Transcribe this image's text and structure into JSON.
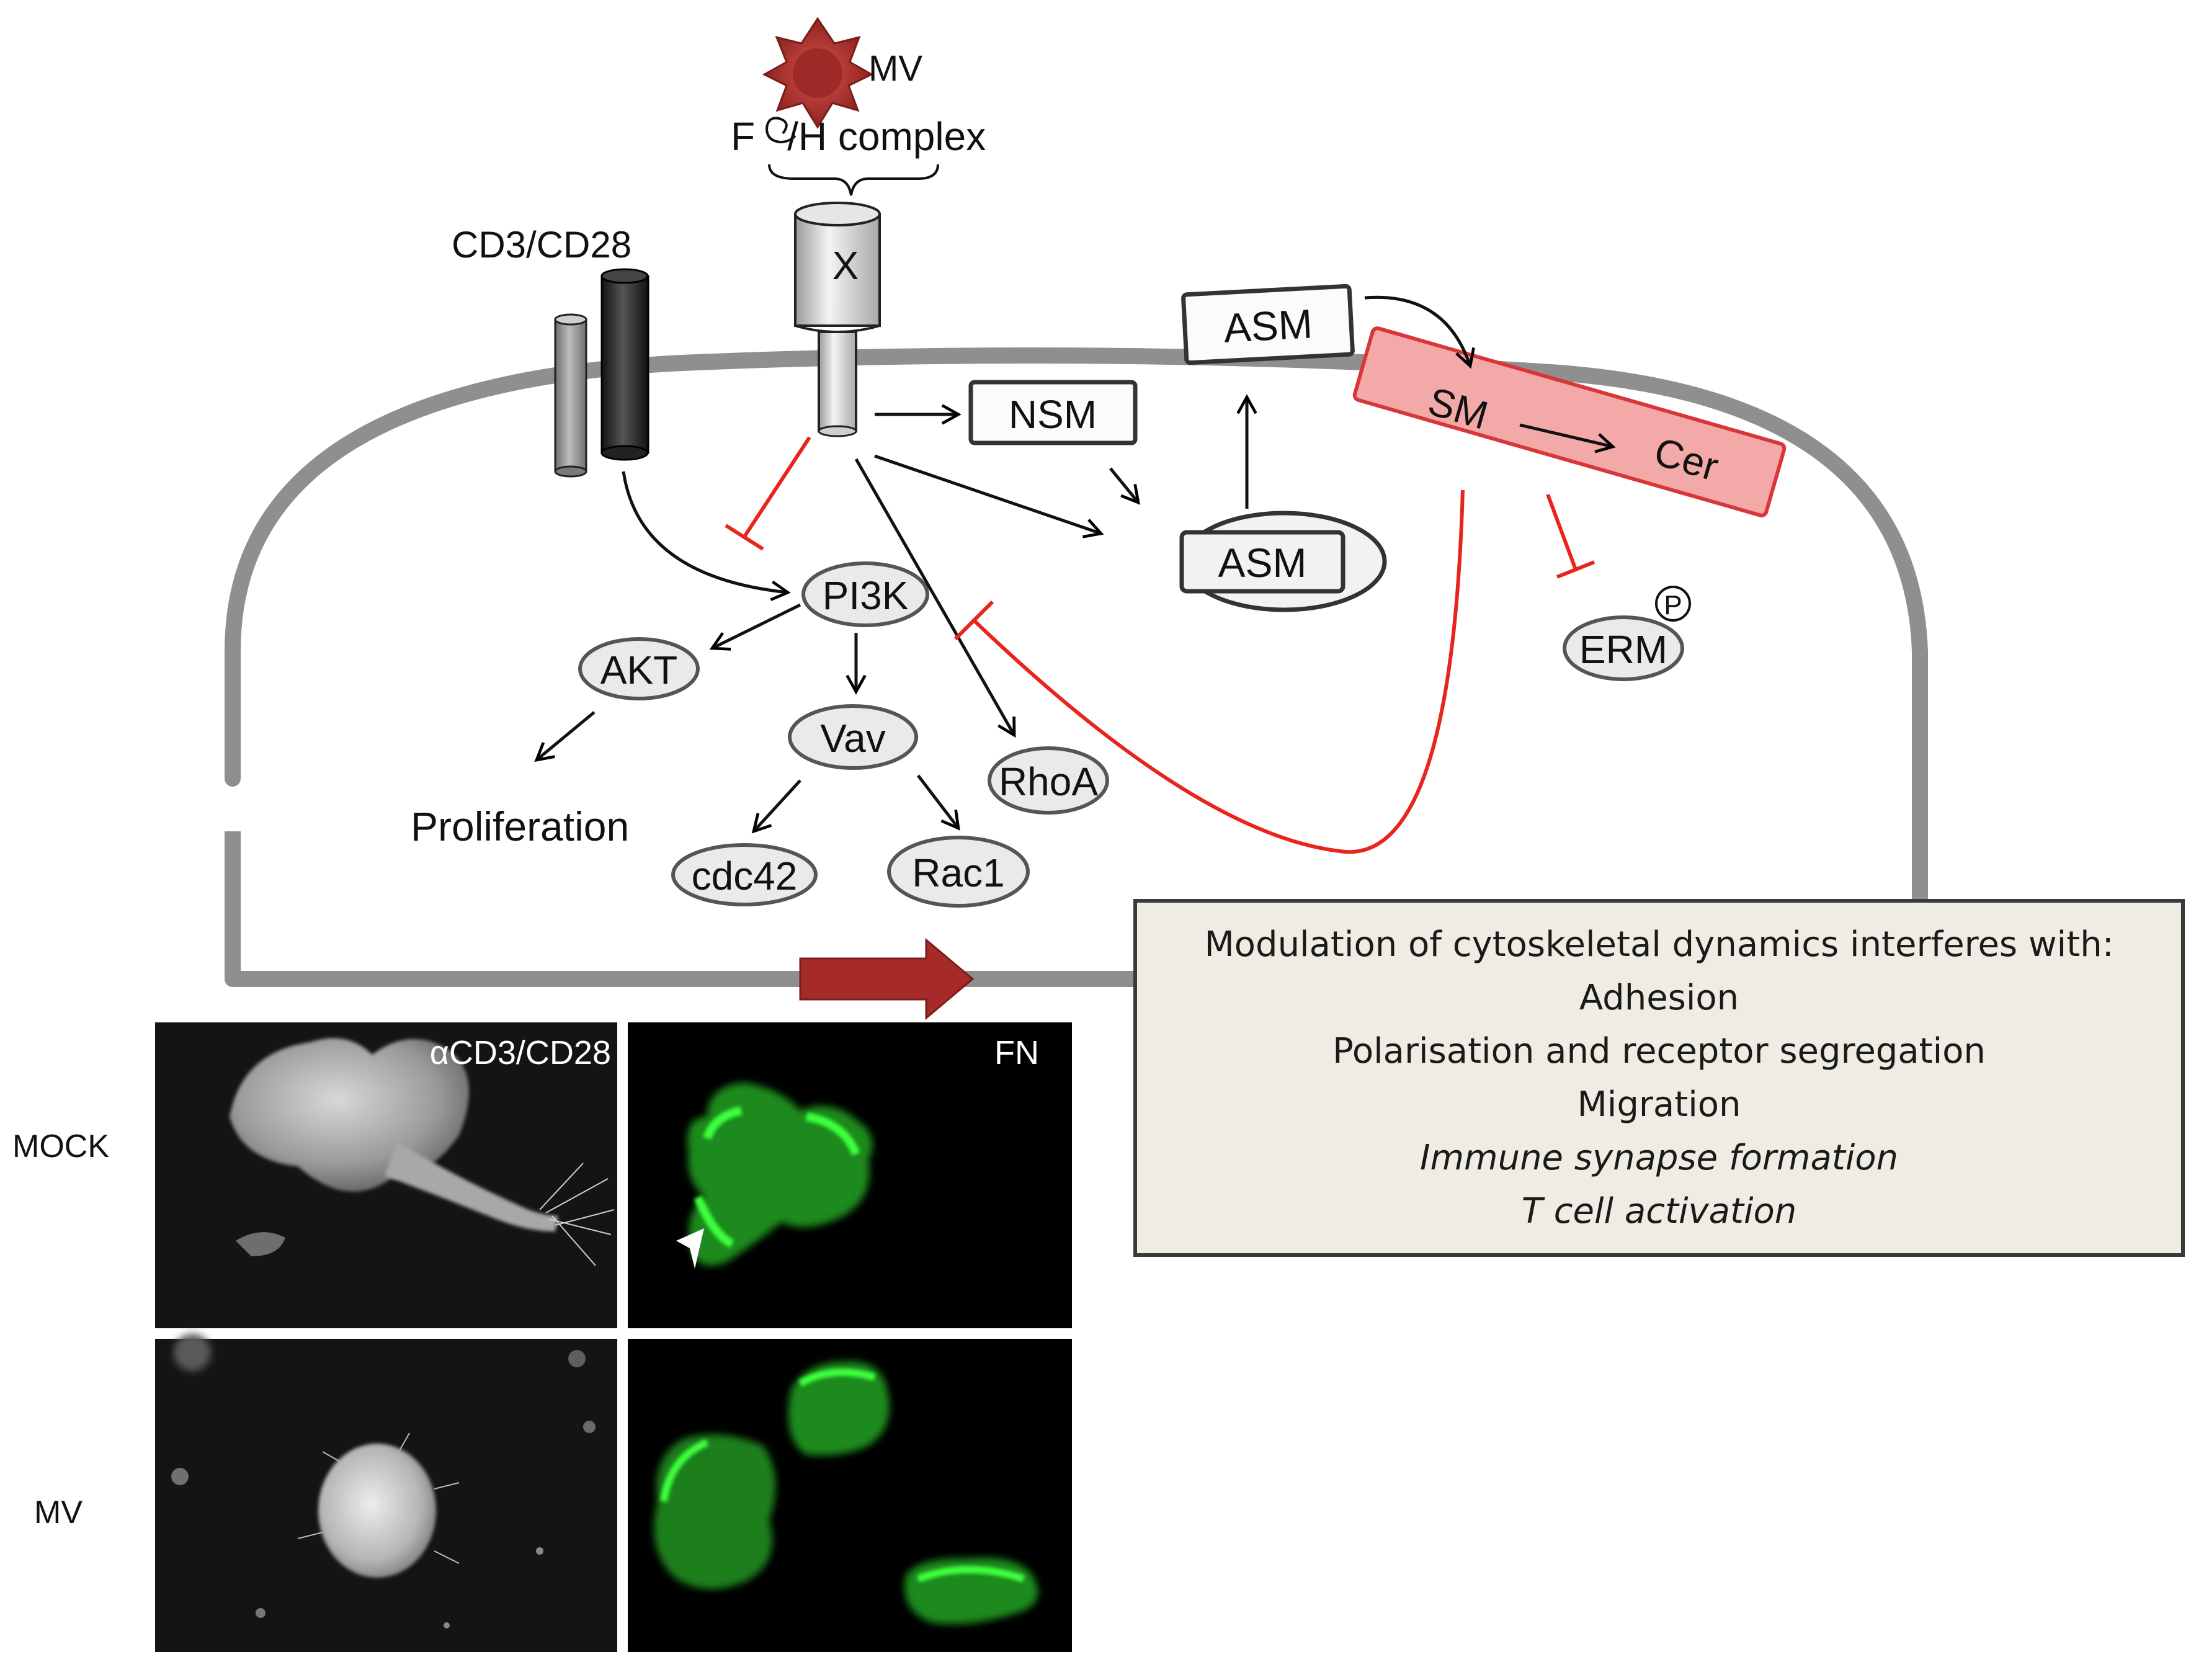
{
  "diagram": {
    "virus_label": "MV",
    "complex_label": "F/H complex",
    "complex_label_f": "F",
    "complex_label_rest": "/H complex",
    "receptor_cd3_label": "CD3/CD28",
    "receptor_x_label": "X",
    "nodes": {
      "nsm": "NSM",
      "asm_top": "ASM",
      "asm_inner": "ASM",
      "sm": "SM",
      "cer": "Cer",
      "pi3k": "PI3K",
      "akt": "AKT",
      "vav": "Vav",
      "rhoa": "RhoA",
      "cdc42": "cdc42",
      "rac1": "Rac1",
      "erm": "ERM",
      "phospho": "P"
    },
    "proliferation_label": "Proliferation",
    "colors": {
      "membrane": "#8f8f8f",
      "inhibition": "#e8241c",
      "virus": "#b5322e",
      "big_arrow": "#a52a28",
      "sm_box_fill": "#f4a9a9",
      "sm_box_stroke": "#d9363a",
      "box_fill": "#efede3"
    }
  },
  "summary": {
    "title": "Modulation of cytoskeletal dynamics interferes with:",
    "items": [
      "Adhesion",
      "Polarisation and receptor segregation",
      "Migration"
    ],
    "italic_items": [
      "Immune synapse formation",
      "T cell activation"
    ]
  },
  "micrographs": {
    "col_em_label": "αCD3/CD28",
    "col_fluor_label": "FN",
    "row_labels": [
      "MOCK",
      "MV"
    ]
  }
}
